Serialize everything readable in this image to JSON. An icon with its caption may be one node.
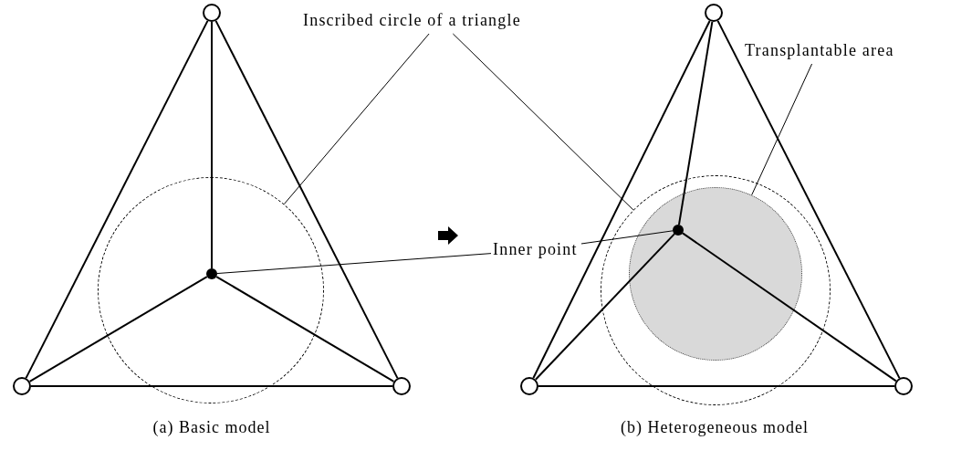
{
  "diagram": {
    "nodes": [
      {
        "text": [
          "Inscribed circle of a triangle"
        ]
      },
      {
        "text": [
          "Transplantable area"
        ]
      },
      {
        "text": [
          "Inner point"
        ]
      },
      {
        "text": [],
        "shape": "circle"
      },
      {
        "text": [],
        "shape": "circle"
      },
      {
        "text": [],
        "shape": "circle"
      },
      {
        "text": [],
        "shape": "circle",
        "in": 7
      },
      {
        "text": [],
        "shape": "circle"
      },
      {
        "text": [],
        "shape": "circle"
      },
      {
        "text": [],
        "shape": "circle"
      },
      {
        "text": [],
        "shape": "circle"
      },
      {
        "text": [],
        "shape": "circle",
        "in": 13
      },
      {
        "text": [],
        "shape": "circle"
      },
      {
        "text": [],
        "shape": "circle",
        "in": 12
      }
    ],
    "edges": [
      {
        "from": 3,
        "to": 4,
        "arrow": "none"
      },
      {
        "from": 3,
        "to": 5,
        "arrow": "none"
      },
      {
        "from": 4,
        "to": 5,
        "arrow": "none"
      },
      {
        "from": 6,
        "to": 3,
        "arrow": "none"
      },
      {
        "from": 6,
        "to": 4,
        "arrow": "none"
      },
      {
        "from": 6,
        "to": 5,
        "arrow": "none"
      },
      {
        "from": 8,
        "to": 9,
        "arrow": "none"
      },
      {
        "from": 8,
        "to": 10,
        "arrow": "none"
      },
      {
        "from": 9,
        "to": 10,
        "arrow": "none"
      },
      {
        "from": 11,
        "to": 8,
        "arrow": "none"
      },
      {
        "from": 11,
        "to": 9,
        "arrow": "none"
      },
      {
        "from": 11,
        "to": 10,
        "arrow": "none"
      },
      {
        "from": 0,
        "to": 7,
        "arrow": "none"
      },
      {
        "from": 0,
        "to": 12,
        "arrow": "none"
      },
      {
        "from": 1,
        "to": 13,
        "arrow": "none"
      },
      {
        "from": 2,
        "to": 6,
        "arrow": "none"
      },
      {
        "from": 2,
        "to": 11,
        "arrow": "none"
      }
    ],
    "labels": [
      "(a) Basic model",
      "(b) Heterogeneous model"
    ]
  }
}
